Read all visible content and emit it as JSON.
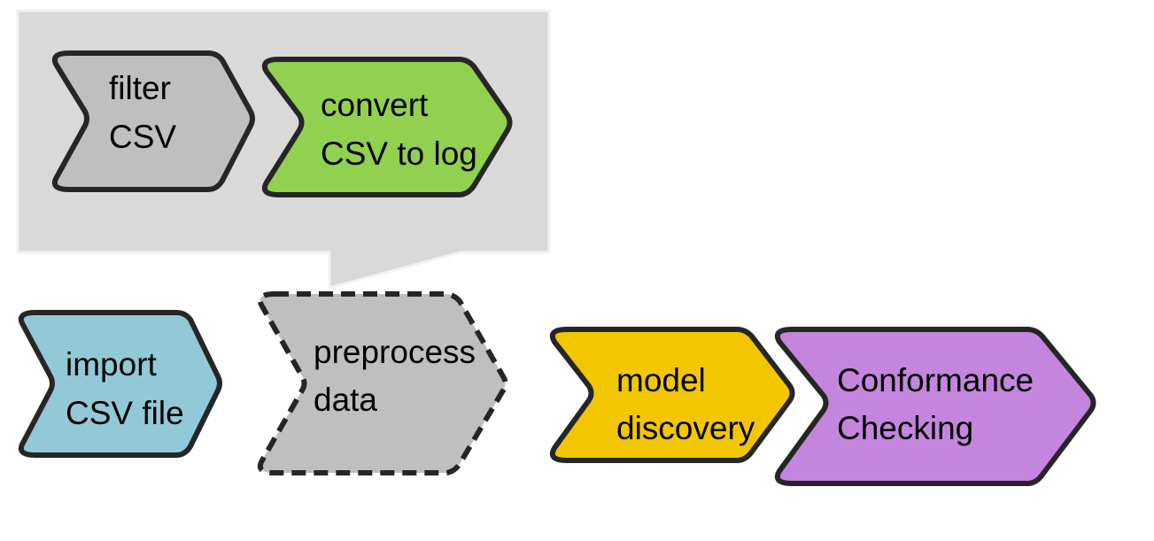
{
  "callout": {
    "fill": "#d9d9d9",
    "border": "#f2f2f2"
  },
  "steps": {
    "filter_csv": {
      "lines": [
        "filter",
        "CSV"
      ],
      "fill": "#bfbfbf"
    },
    "convert_csv_to_log": {
      "lines": [
        "convert",
        "CSV to log"
      ],
      "fill": "#92d050"
    },
    "import_csv_file": {
      "lines": [
        "import",
        "CSV file"
      ],
      "fill": "#92c9d6"
    },
    "preprocess_data": {
      "lines": [
        "preprocess",
        "data"
      ],
      "fill": "#bfbfbf",
      "dashed": true
    },
    "model_discovery": {
      "lines": [
        "model",
        "discovery"
      ],
      "fill": "#f2c600"
    },
    "conformance_checking": {
      "lines": [
        "Conformance",
        "Checking"
      ],
      "fill": "#c386dc"
    }
  },
  "stroke_color": "#262626"
}
